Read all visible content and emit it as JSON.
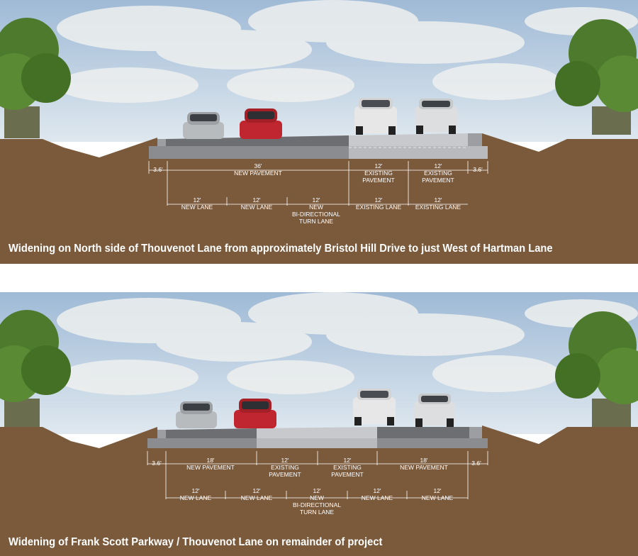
{
  "colors": {
    "sky": "#a9c3dd",
    "ground": "#7b5a3b",
    "pavement_new": "#6d6e71",
    "pavement_existing": "#c8c9cc",
    "curb": "#9c9ea1",
    "text": "#ffffff"
  },
  "panels": [
    {
      "caption": "Widening on North side of Thouvenot Lane from approximately Bristol Hill Drive to just West of Hartman Lane",
      "pavement_row": [
        {
          "value": "3.6'",
          "label": ""
        },
        {
          "value": "36'",
          "label": "NEW PAVEMENT"
        },
        {
          "value": "12'",
          "label": "EXISTING\nPAVEMENT"
        },
        {
          "value": "12'",
          "label": "EXISTING\nPAVEMENT"
        },
        {
          "value": "3.6'",
          "label": ""
        }
      ],
      "lane_row": [
        {
          "value": "12'",
          "label": "NEW LANE"
        },
        {
          "value": "12'",
          "label": "NEW LANE"
        },
        {
          "value": "12'",
          "label": "NEW\nBI-DIRECTIONAL\nTURN LANE"
        },
        {
          "value": "12'",
          "label": "EXISTING LANE"
        },
        {
          "value": "12'",
          "label": "EXISTING LANE"
        }
      ]
    },
    {
      "caption": "Widening of Frank Scott Parkway / Thouvenot Lane on remainder of project",
      "pavement_row": [
        {
          "value": "3.6'",
          "label": ""
        },
        {
          "value": "18'",
          "label": "NEW PAVEMENT"
        },
        {
          "value": "12'",
          "label": "EXISTING\nPAVEMENT"
        },
        {
          "value": "12'",
          "label": "EXISTING\nPAVEMENT"
        },
        {
          "value": "18'",
          "label": "NEW PAVEMENT"
        },
        {
          "value": "3.6'",
          "label": ""
        }
      ],
      "lane_row": [
        {
          "value": "12'",
          "label": "NEW LANE"
        },
        {
          "value": "12'",
          "label": "NEW LANE"
        },
        {
          "value": "12'",
          "label": "NEW\nBI-DIRECTIONAL\nTURN LANE"
        },
        {
          "value": "12'",
          "label": "NEW LANE"
        },
        {
          "value": "12'",
          "label": "NEW LANE"
        }
      ]
    }
  ]
}
